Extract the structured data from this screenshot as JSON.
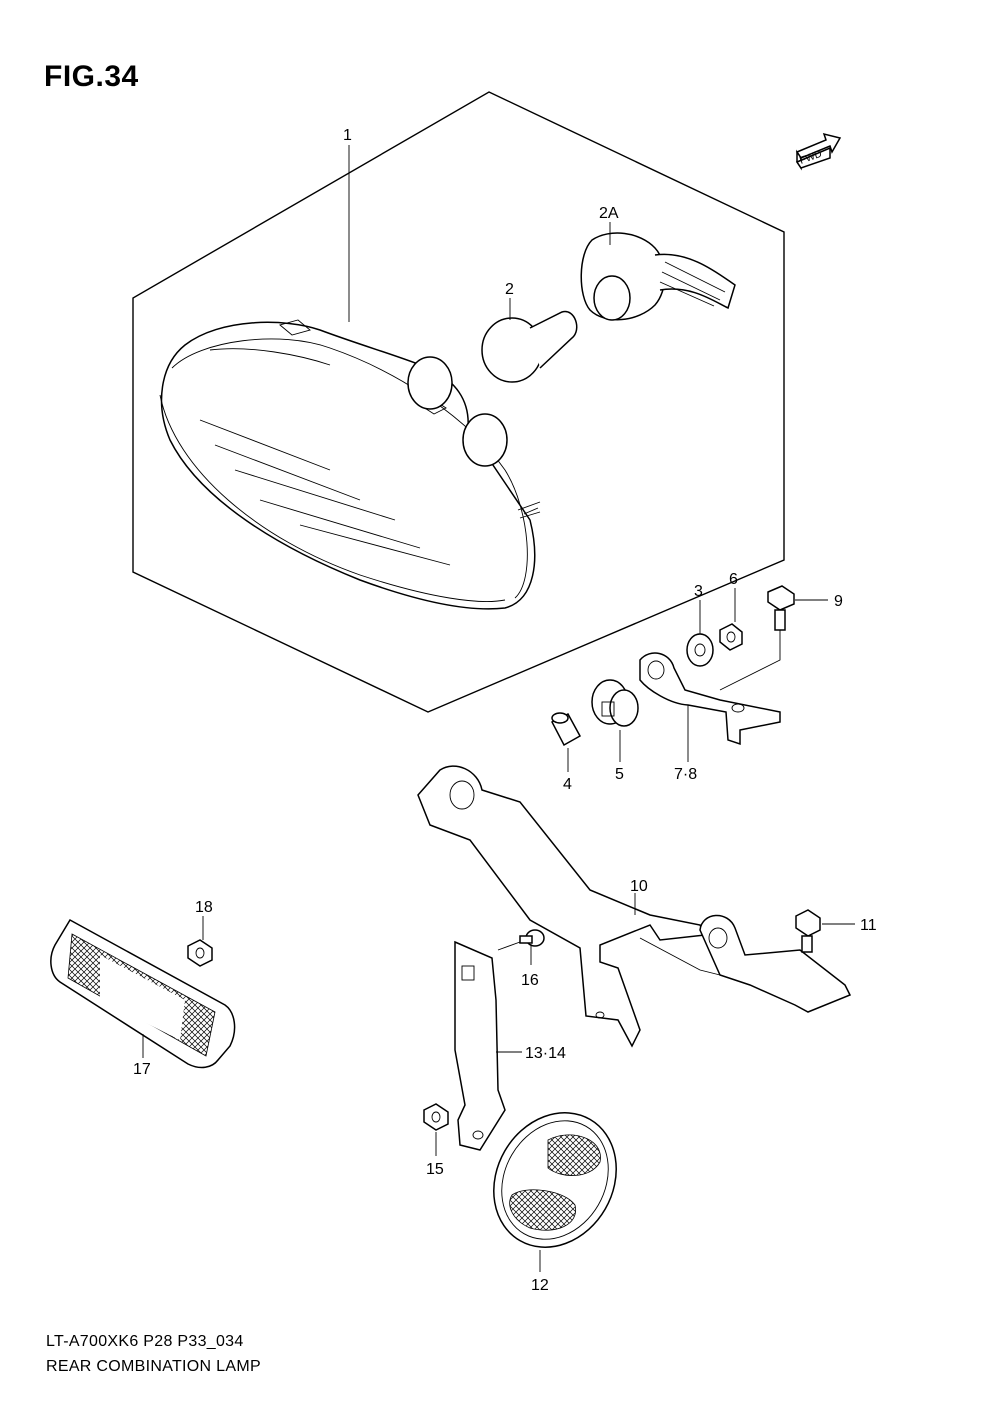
{
  "figure": {
    "title": "FIG.34",
    "model_code": "LT-A700XK6 P28 P33_034",
    "name": "REAR COMBINATION LAMP"
  },
  "fwd_label": "FWD",
  "callouts": [
    {
      "id": "c1",
      "text": "1"
    },
    {
      "id": "c2a",
      "text": "2A"
    },
    {
      "id": "c2",
      "text": "2"
    },
    {
      "id": "c3",
      "text": "3"
    },
    {
      "id": "c6",
      "text": "6"
    },
    {
      "id": "c9",
      "text": "9"
    },
    {
      "id": "c4",
      "text": "4"
    },
    {
      "id": "c5",
      "text": "5"
    },
    {
      "id": "c78",
      "text": "7·8"
    },
    {
      "id": "c10",
      "text": "10"
    },
    {
      "id": "c11",
      "text": "11"
    },
    {
      "id": "c18",
      "text": "18"
    },
    {
      "id": "c16",
      "text": "16"
    },
    {
      "id": "c1314",
      "text": "13·14"
    },
    {
      "id": "c17",
      "text": "17"
    },
    {
      "id": "c15",
      "text": "15"
    },
    {
      "id": "c12",
      "text": "12"
    }
  ]
}
